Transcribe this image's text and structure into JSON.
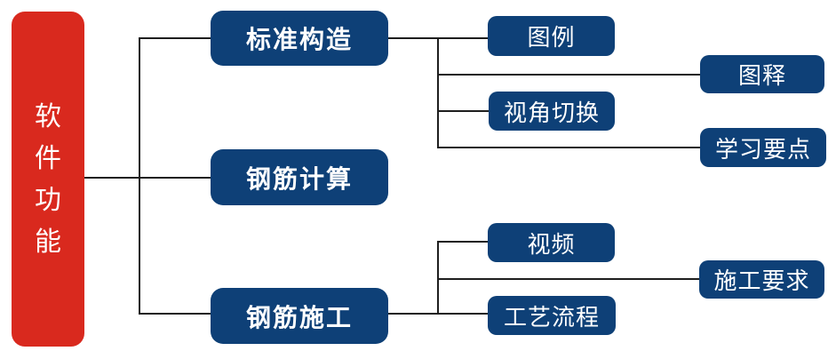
{
  "diagram": {
    "root": "软件功能",
    "branches": [
      {
        "label": "标准构造",
        "children": [
          "图例",
          "图释",
          "视角切换",
          "学习要点"
        ]
      },
      {
        "label": "钢筋计算",
        "children": []
      },
      {
        "label": "钢筋施工",
        "children": [
          "视频",
          "施工要求",
          "工艺流程"
        ]
      }
    ],
    "colors": {
      "root_fill": "#d9291e",
      "node_fill": "#0e4077",
      "label_text": "#ffffff",
      "connector": "#1e1e1e",
      "background": "#ffffff"
    }
  }
}
